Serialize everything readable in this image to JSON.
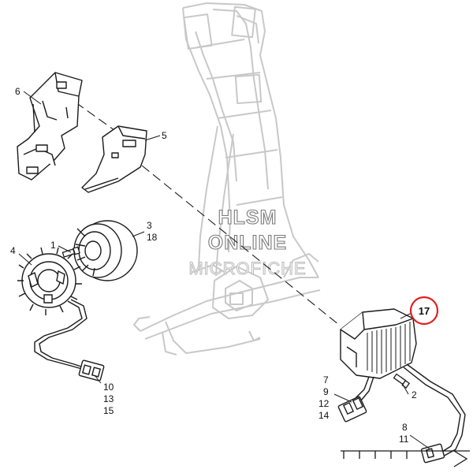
{
  "callouts": {
    "c1": "1",
    "c2": "2",
    "c3": "3",
    "c18": "18",
    "c4": "4",
    "c5": "5",
    "c6": "6",
    "c7": "7",
    "c9": "9",
    "c12": "12",
    "c14": "14",
    "c8": "8",
    "c11": "11",
    "c10": "10",
    "c13": "13",
    "c15": "15",
    "c17": "17"
  },
  "watermark": {
    "line1": "HLSM",
    "line2": "ONLINE",
    "line3": "MICROFICHE"
  },
  "colors": {
    "highlight_ring": "#e02020",
    "frame_stroke": "#c8c8c8",
    "part_stroke": "#1a1a1a"
  }
}
